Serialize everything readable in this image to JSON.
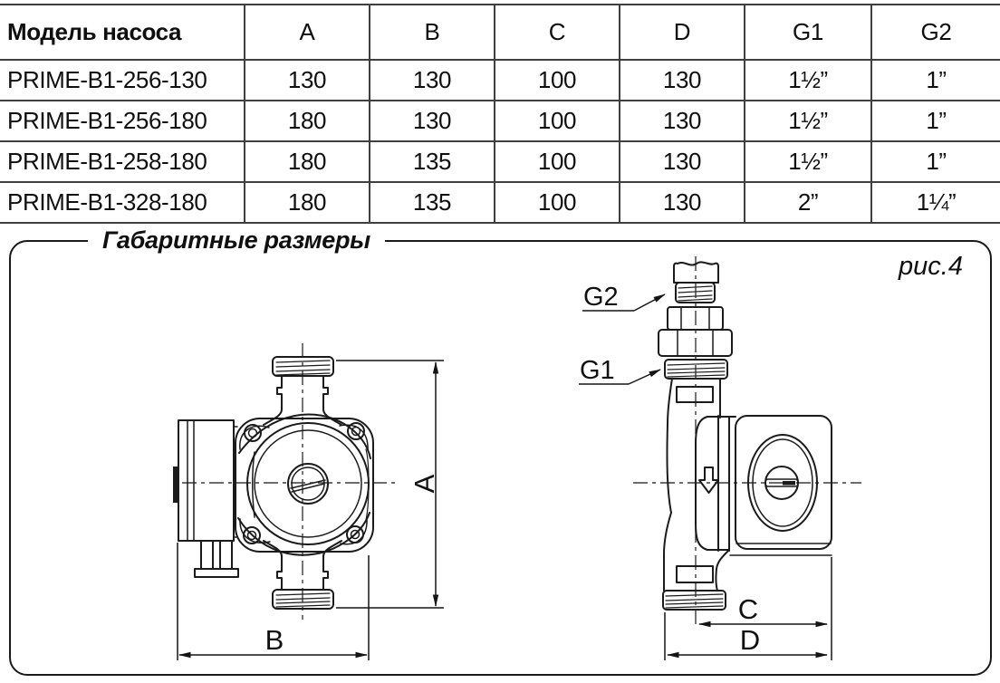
{
  "table": {
    "columns": [
      "Модель насоса",
      "A",
      "B",
      "C",
      "D",
      "G1",
      "G2"
    ],
    "rows": [
      {
        "model": "PRIME-B1-256-130",
        "a": "130",
        "b": "130",
        "c": "100",
        "d": "130",
        "g1": "1½”",
        "g2": "1”"
      },
      {
        "model": "PRIME-B1-256-180",
        "a": "180",
        "b": "130",
        "c": "100",
        "d": "130",
        "g1": "1½”",
        "g2": "1”"
      },
      {
        "model": "PRIME-B1-258-180",
        "a": "180",
        "b": "135",
        "c": "100",
        "d": "130",
        "g1": "1½”",
        "g2": "1”"
      },
      {
        "model": "PRIME-B1-328-180",
        "a": "180",
        "b": "135",
        "c": "100",
        "d": "130",
        "g1": "2”",
        "g2": "1¼”"
      }
    ]
  },
  "figure": {
    "title": "Габаритные размеры",
    "caption": "рис.4",
    "labels": {
      "A": "A",
      "B": "B",
      "C": "C",
      "D": "D",
      "G1": "G1",
      "G2": "G2"
    }
  },
  "colors": {
    "line": "#1b1b1b",
    "grid": "#3f3f3f",
    "background": "#ffffff"
  }
}
